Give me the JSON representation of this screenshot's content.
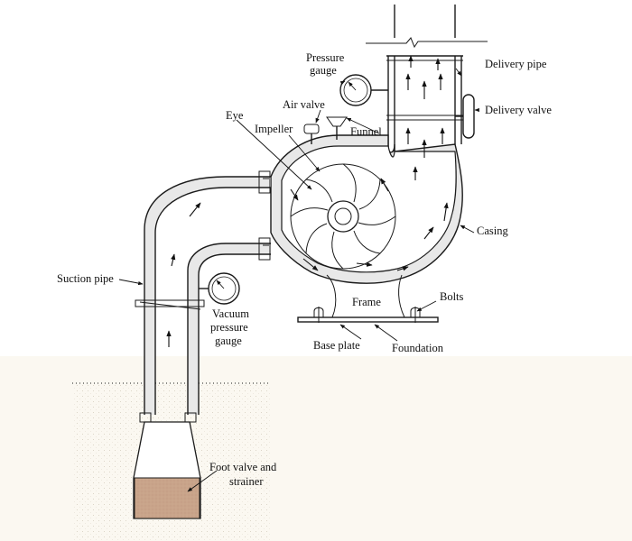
{
  "labels": {
    "pressure_gauge": [
      "Pressure",
      "gauge"
    ],
    "air_valve": "Air valve",
    "eye": "Eye",
    "impeller": "Impeller",
    "funnel": "Funnel",
    "delivery_pipe": "Delivery pipe",
    "delivery_valve": "Delivery valve",
    "casing": "Casing",
    "suction_pipe": "Suction pipe",
    "vacuum_gauge": [
      "Vacuum",
      "pressure",
      "gauge"
    ],
    "frame": "Frame",
    "bolts": "Bolts",
    "base_plate": "Base plate",
    "foundation": "Foundation",
    "foot_valve": [
      "Foot valve and",
      "strainer"
    ]
  },
  "colors": {
    "background": "#ffffff",
    "ground": "#fbf8f1",
    "ground_dots": "#c8c0ae",
    "water": "#c9a48a",
    "casing_fill": "#e8e8e8",
    "line": "#1b1b1b"
  }
}
